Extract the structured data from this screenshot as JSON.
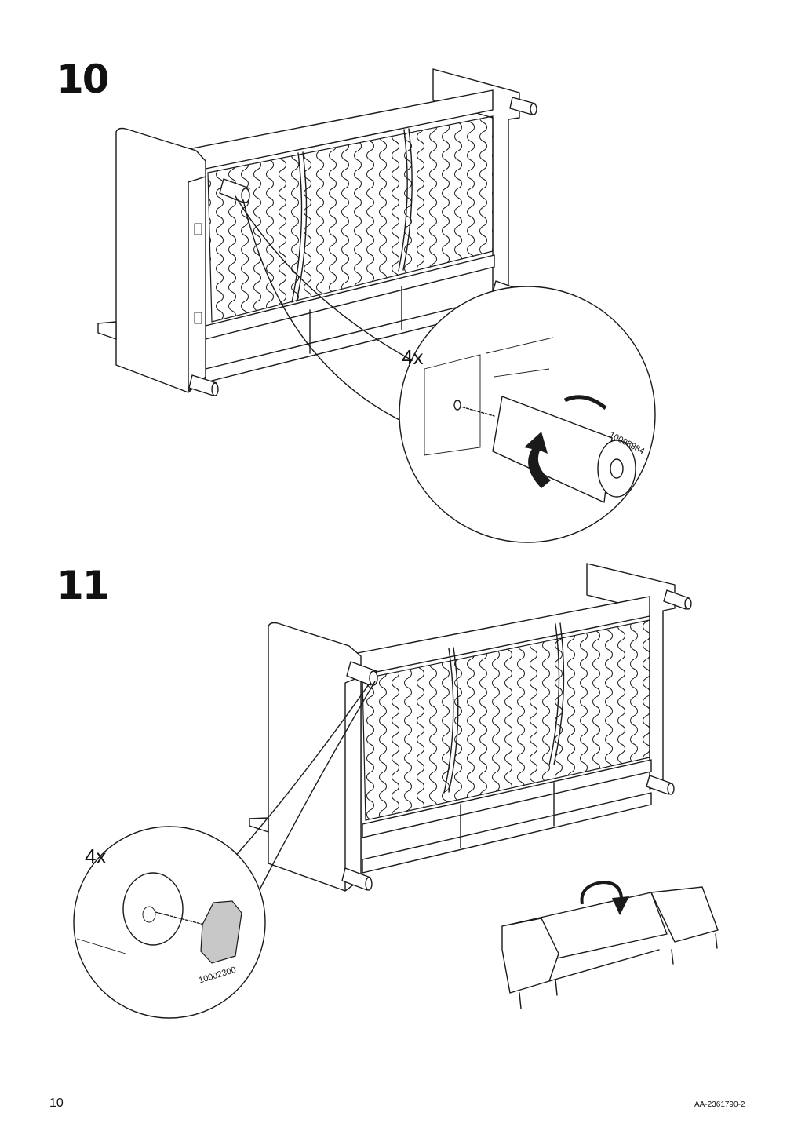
{
  "steps": [
    {
      "number": "10",
      "quantity": "4x",
      "part_number": "10098884"
    },
    {
      "number": "11",
      "quantity": "4x",
      "part_number": "10002300"
    }
  ],
  "footer": {
    "page_number": "10",
    "document_code": "AA-2361790-2"
  },
  "icons": [
    "rotate-clockwise-arrow-icon",
    "flip-over-arrow-icon"
  ],
  "colors": {
    "line": "#1a1a1a",
    "glide_fill": "#c8c8c8",
    "background": "#ffffff"
  }
}
